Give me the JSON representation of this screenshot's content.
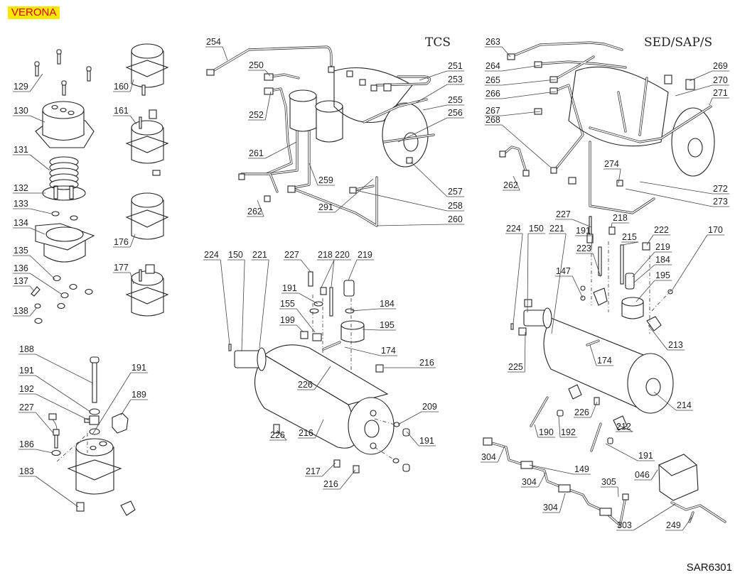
{
  "header": {
    "model": "VERONA"
  },
  "footer": {
    "doc_code": "SAR6301"
  },
  "variants": {
    "tcs": "TCS",
    "sed": "SED/SAP/S"
  },
  "colors": {
    "badge_bg": "#ffe600",
    "badge_text": "#d40000",
    "line": "#222222"
  },
  "callouts": {
    "group_heater_kit": [
      "129",
      "130",
      "131",
      "132",
      "133",
      "134",
      "135",
      "136",
      "137",
      "138"
    ],
    "group_heater_variants": [
      "160",
      "161",
      "176",
      "177"
    ],
    "group_small_boiler": [
      "188",
      "191",
      "192",
      "227",
      "191",
      "189",
      "186",
      "183"
    ],
    "group_tcs_piping": [
      "254",
      "250",
      "252",
      "261",
      "262",
      "259",
      "291",
      "251",
      "253",
      "255",
      "256",
      "257",
      "258",
      "260"
    ],
    "group_sed_piping": [
      "263",
      "264",
      "265",
      "266",
      "267",
      "268",
      "262",
      "274",
      "269",
      "270",
      "271",
      "272",
      "273"
    ],
    "group_boiler_tcs": [
      "224",
      "150",
      "221",
      "227",
      "218",
      "220",
      "219",
      "191",
      "155",
      "199",
      "184",
      "195",
      "174",
      "216",
      "226",
      "216",
      "209",
      "191",
      "217",
      "216",
      "226"
    ],
    "group_boiler_sed": [
      "227",
      "218",
      "224",
      "150",
      "221",
      "191",
      "215",
      "222",
      "170",
      "223",
      "219",
      "147",
      "184",
      "195",
      "213",
      "225",
      "174",
      "214",
      "226",
      "190",
      "192",
      "212",
      "191"
    ],
    "group_accessories": [
      "304",
      "149",
      "305",
      "304",
      "304",
      "046",
      "303",
      "249"
    ]
  }
}
